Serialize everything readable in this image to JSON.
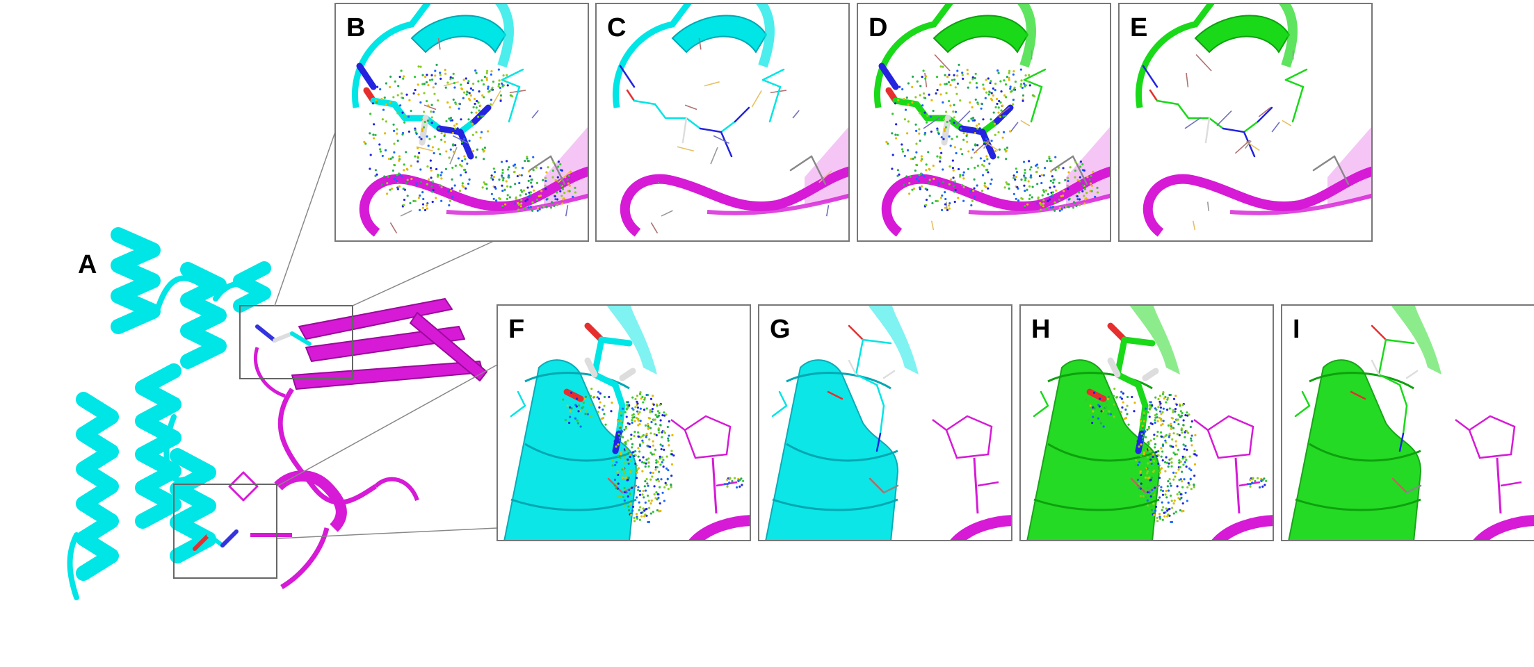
{
  "figure": {
    "panel_labels": [
      "A",
      "B",
      "C",
      "D",
      "E",
      "F",
      "G",
      "H",
      "I"
    ]
  },
  "colors": {
    "cyan": "#00e5e5",
    "cyan_dark": "#00a7b3",
    "magenta": "#d61ad6",
    "magenta_dark": "#9a0a9a",
    "green": "#19d919",
    "green_dark": "#0ea00e",
    "frame": "#777777",
    "oxygen": "#e62e2e",
    "nitrogen": "#2323e0",
    "hydrogen": "#dddddd"
  }
}
